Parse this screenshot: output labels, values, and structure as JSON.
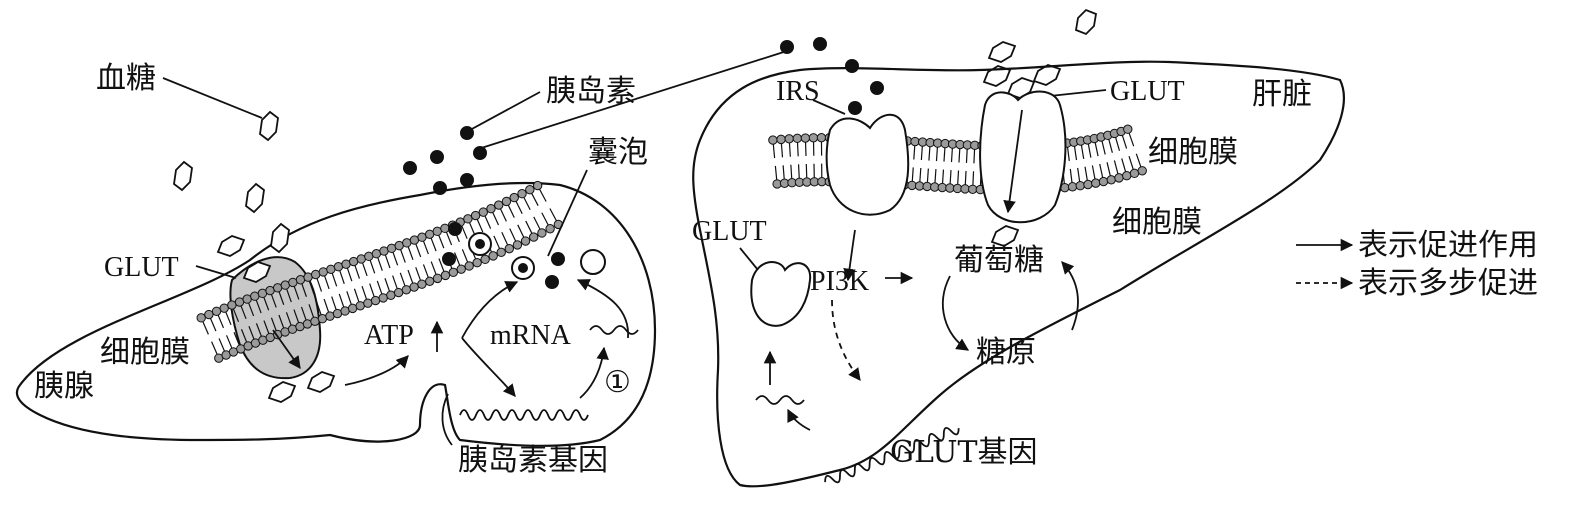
{
  "labels": {
    "blood_sugar": "血糖",
    "insulin": "胰岛素",
    "vesicle": "囊泡",
    "glut_pancreas": "GLUT",
    "membrane_pancreas": "细胞膜",
    "pancreas": "胰腺",
    "atp": "ATP",
    "up_arrow": "↑",
    "mrna": "mRNA",
    "step_one": "①",
    "insulin_gene": "胰岛素基因",
    "irs": "IRS",
    "glut_liver_top": "GLUT",
    "liver": "肝脏",
    "membrane_liver_1": "细胞膜",
    "membrane_liver_2": "细胞膜",
    "glut_liver_inner": "GLUT",
    "glucose": "葡萄糖",
    "pi3k": "PI3K",
    "glycogen": "糖原",
    "glut_gene": "GLUT基因"
  },
  "legend": {
    "solid": "表示促进作用",
    "dashed": "表示多步促进"
  }
}
